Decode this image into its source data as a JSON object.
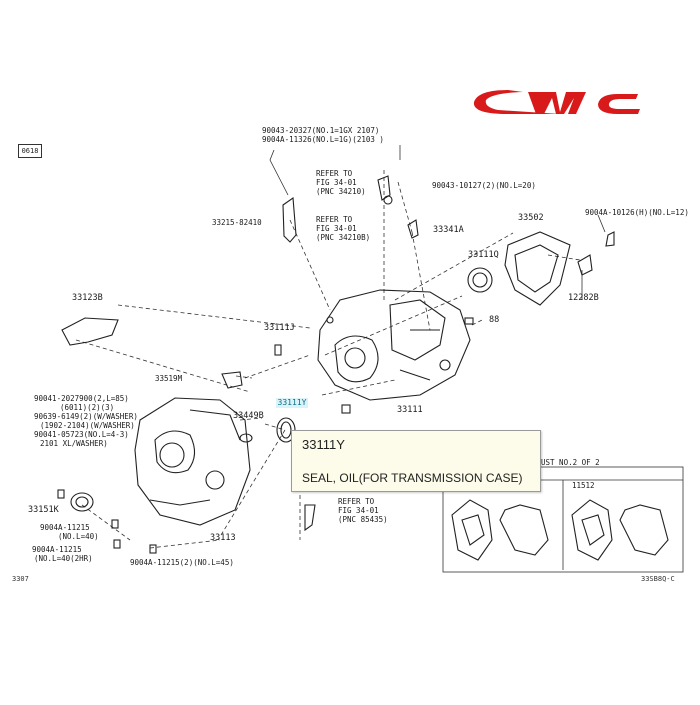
{
  "brand": {
    "logo_text": "CMC",
    "logo_color": "#d81a1a"
  },
  "tooltip": {
    "code": "33111Y",
    "description": "SEAL, OIL(FOR TRANSMISSION CASE)"
  },
  "highlighted_label": "33111Y",
  "box_tag": "0618",
  "corners": {
    "left": "3307",
    "right": "33SB8Q-C"
  },
  "labels": {
    "l_90043_20327": "90043-20327(NO.1=1GX   2107)",
    "l_9004a_11326": "9004A-11326(NO.L=1G)(2103   )",
    "refer1_a": "REFER TO",
    "refer1_b": "FIG 34-01",
    "refer1_c": "(PNC 34210)",
    "l_90043_10127": "90043-10127(2)(NO.L=20)",
    "l_33215": "33215-82410",
    "refer2_a": "REFER TO",
    "refer2_b": "FIG 34-01",
    "refer2_c": "(PNC 34210B)",
    "l_33341a": "33341A",
    "l_33502": "33502",
    "l_9004a_10126": "9004A-10126(H)(NO.L=12)",
    "l_33111q": "33111Q",
    "l_33123b": "33123B",
    "l_33111j": "33111J",
    "l_12282b": "12282B",
    "l_33519m": "33519M",
    "l_90041a": "90041-2027900(2,L=85)",
    "l_90041b": "(6011)(2)(3)",
    "l_90041c": "90639-6149(2)(W/WASHER)",
    "l_90041d": "(1902-2104)(W/WASHER)",
    "l_90041e": "90041-05723(NO.L=4-3)",
    "l_90041f": "2101   XL/WASHER)",
    "l_33449b": "33449B",
    "l_33111": "33111",
    "l_33151k": "33151K",
    "l_9004a_11215a": "9004A-11215",
    "l_9004a_11215b": "(NO.L=40)",
    "l_9004a_11215c": "9004A-11215",
    "l_9004a_11215d": "(NO.L=40(2HR)",
    "l_33113": "33113",
    "l_9004a_11215e": "9004A-11215(2)(NO.L=45)",
    "refer3_a": "REFER TO",
    "refer3_b": "FIG 34-01",
    "refer3_c": "(PNC 85435)",
    "inset_title": "UST NO.2 OF 2",
    "inset_code": "11512",
    "l_88": "88"
  }
}
